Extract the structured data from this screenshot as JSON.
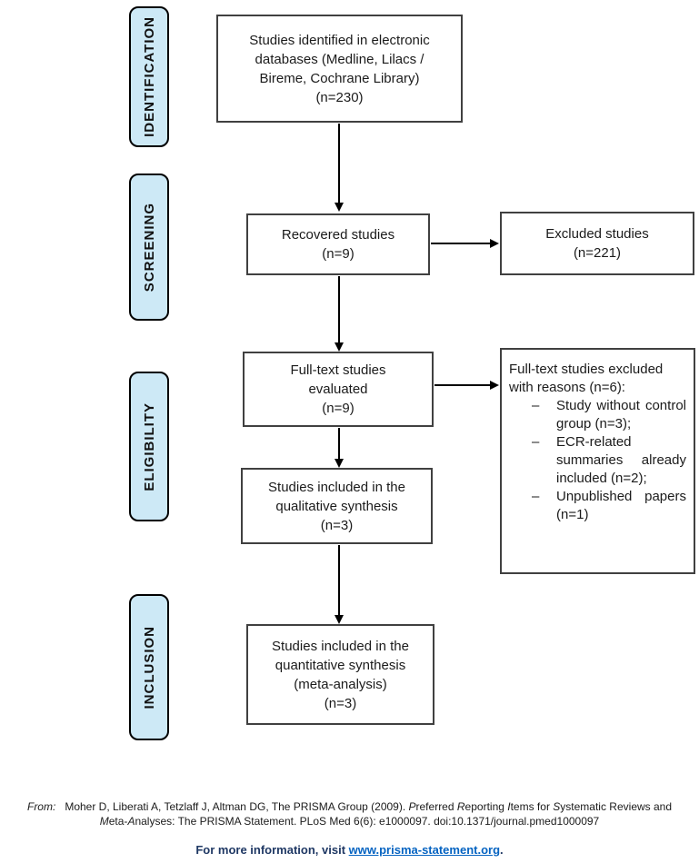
{
  "colors": {
    "pill_fill": "#cde9f6",
    "pill_border": "#000000",
    "box_border": "#404040",
    "arrow": "#000000",
    "info_navy": "#1f3864",
    "link_blue": "#0563c1"
  },
  "sidebar": {
    "identification": "IDENTIFICATION",
    "screening": "SCREENING",
    "eligibility": "ELIGIBILITY",
    "inclusion": "INCLUSION"
  },
  "boxes": {
    "identified": {
      "lines": [
        "Studies identified in electronic",
        "databases (Medline, Lilacs /",
        "Bireme, Cochrane Library)",
        "(n=230)"
      ]
    },
    "recovered": {
      "lines": [
        "Recovered studies",
        "(n=9)"
      ]
    },
    "excluded": {
      "lines": [
        "Excluded studies",
        "(n=221)"
      ]
    },
    "fulltext": {
      "lines": [
        "Full-text studies",
        "evaluated",
        "(n=9)"
      ]
    },
    "qualitative": {
      "lines": [
        "Studies included in the",
        "qualitative synthesis",
        "(n=3)"
      ]
    },
    "quantitative": {
      "lines": [
        "Studies included in the",
        "quantitative synthesis",
        "(meta-analysis)",
        "(n=3)"
      ]
    },
    "reasons": {
      "heading_lines": [
        "Full-text studies excluded",
        "with reasons (n=6):"
      ],
      "bullet_char": "–",
      "items": [
        "Study without control group (n=3);",
        "ECR-related summaries already included (n=2);",
        "Unpublished papers (n=1)"
      ]
    }
  },
  "footer": {
    "from_label": "From:",
    "citation_line1_segments": [
      {
        "t": "Moher D, Liberati A, Tetzlaff J, Altman DG, The PRISMA Group (2009). "
      },
      {
        "t": "P",
        "i": true
      },
      {
        "t": "referred "
      },
      {
        "t": "R",
        "i": true
      },
      {
        "t": "eporting "
      },
      {
        "t": "I",
        "i": true
      },
      {
        "t": "tems for "
      },
      {
        "t": "S",
        "i": true
      },
      {
        "t": "ystematic Reviews and"
      }
    ],
    "citation_line2_segments": [
      {
        "t": "M",
        "i": true
      },
      {
        "t": "eta-"
      },
      {
        "t": "A",
        "i": true
      },
      {
        "t": "nalyses: The PRISMA Statement. PLoS Med 6(6): e1000097. doi:10.1371/journal.pmed1000097"
      }
    ],
    "info_prefix": "For more information, visit ",
    "info_link": "www.prisma-statement.org",
    "info_suffix": "."
  }
}
